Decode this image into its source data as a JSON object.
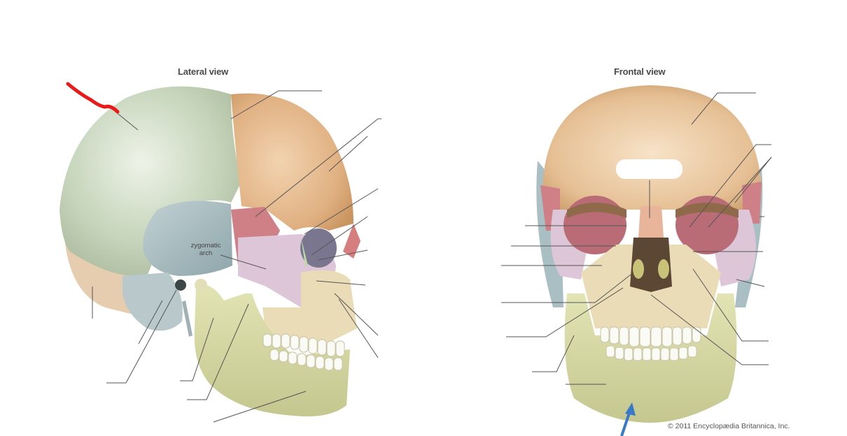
{
  "diagram": {
    "views": [
      {
        "id": "lateral",
        "title": "Lateral view"
      },
      {
        "id": "frontal",
        "title": "Frontal view"
      }
    ],
    "labels": {
      "zygomatic_arch_line1": "zygomatic",
      "zygomatic_arch_line2": "arch"
    },
    "credit": "© 2011 Encyclopædia Britannica, Inc.",
    "annotations": [
      {
        "type": "hand-drawn-mark",
        "color": "#e8141c",
        "target": "parietal bone (lateral view)"
      },
      {
        "type": "arrow",
        "color": "#3a78c8",
        "target": "mandible chin (frontal view)"
      }
    ],
    "colors": {
      "parietal": "#c3d3b8",
      "frontal": "#e2b78b",
      "temporal": "#a9bfc4",
      "sphenoid": "#cf7f86",
      "zygomatic": "#dcc6d8",
      "maxilla": "#eadcb6",
      "mandible": "#d6d9a4",
      "occipital": "#e6cdb0",
      "leader_line": "#555555"
    },
    "blank_label_count": {
      "lateral": 14,
      "frontal": 13
    }
  }
}
